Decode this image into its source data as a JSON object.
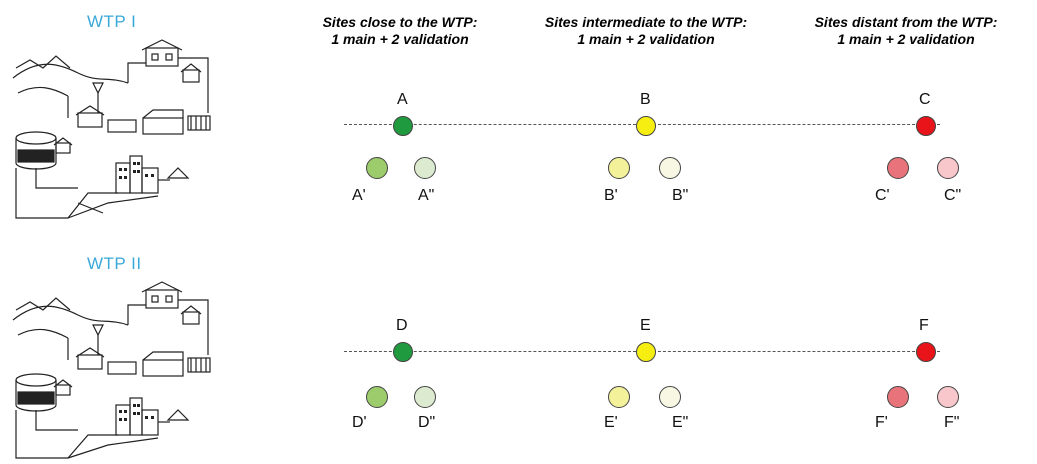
{
  "wtp_labels": [
    "WTP I",
    "WTP II"
  ],
  "columns": [
    {
      "line1": "Sites close to the WTP:",
      "line2": "1 main + 2 validation"
    },
    {
      "line1": "Sites intermediate to the WTP:",
      "line2": "1 main + 2 validation"
    },
    {
      "line1": "Sites distant from the WTP:",
      "line2": "1 main + 2 validation"
    }
  ],
  "row1": {
    "main": [
      "A",
      "B",
      "C"
    ],
    "validation": [
      "A'",
      "A\"",
      "B'",
      "B\"",
      "C'",
      "C\""
    ]
  },
  "row2": {
    "main": [
      "D",
      "E",
      "F"
    ],
    "validation": [
      "D'",
      "D\"",
      "E'",
      "E\"",
      "F'",
      "F\""
    ]
  },
  "colors": {
    "close_main": "#1f9a3f",
    "close_val1": "#9ccc6c",
    "close_val2": "#dcebd0",
    "mid_main": "#f5ee10",
    "mid_val1": "#f3f29a",
    "mid_val2": "#f7f7e4",
    "far_main": "#e8141a",
    "far_val1": "#e9737a",
    "far_val2": "#f7c7cc",
    "wtp_label": "#3aa8d8"
  }
}
